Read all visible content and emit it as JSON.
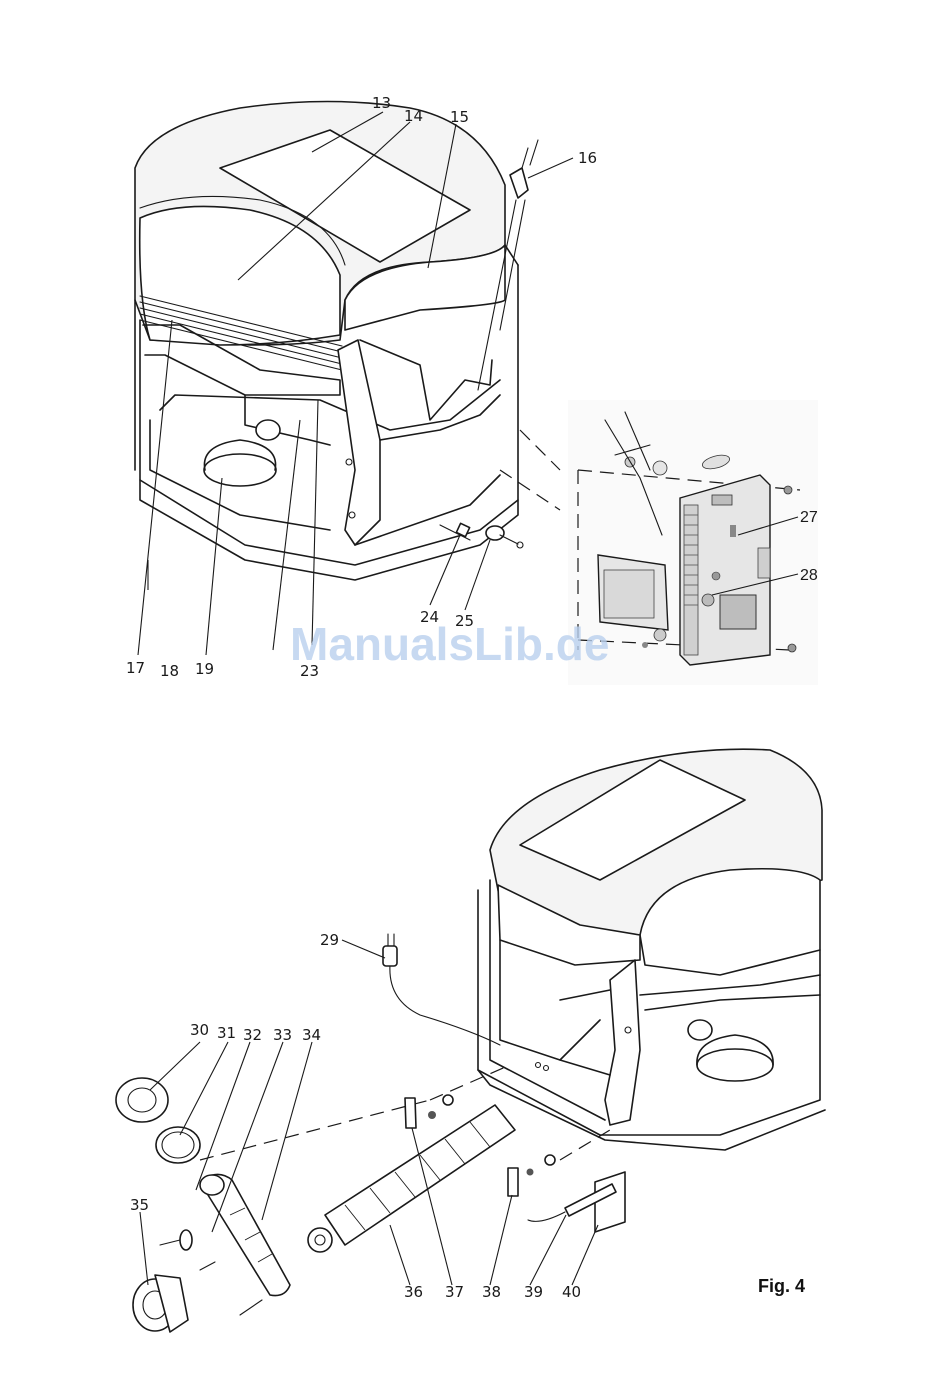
{
  "watermark": "ManualsLib.de",
  "figure_label": "Fig. 4",
  "callouts_top": {
    "c13": "13",
    "c14": "14",
    "c15": "15",
    "c16": "16",
    "c17": "17",
    "c18": "18",
    "c19": "19",
    "c23": "23",
    "c24": "24",
    "c25": "25",
    "c27": "27",
    "c28": "28"
  },
  "callouts_bottom": {
    "c29": "29",
    "c30": "30",
    "c31": "31",
    "c32": "32",
    "c33": "33",
    "c34": "34",
    "c35": "35",
    "c36": "36",
    "c37": "37",
    "c38": "38",
    "c39": "39",
    "c40": "40"
  }
}
